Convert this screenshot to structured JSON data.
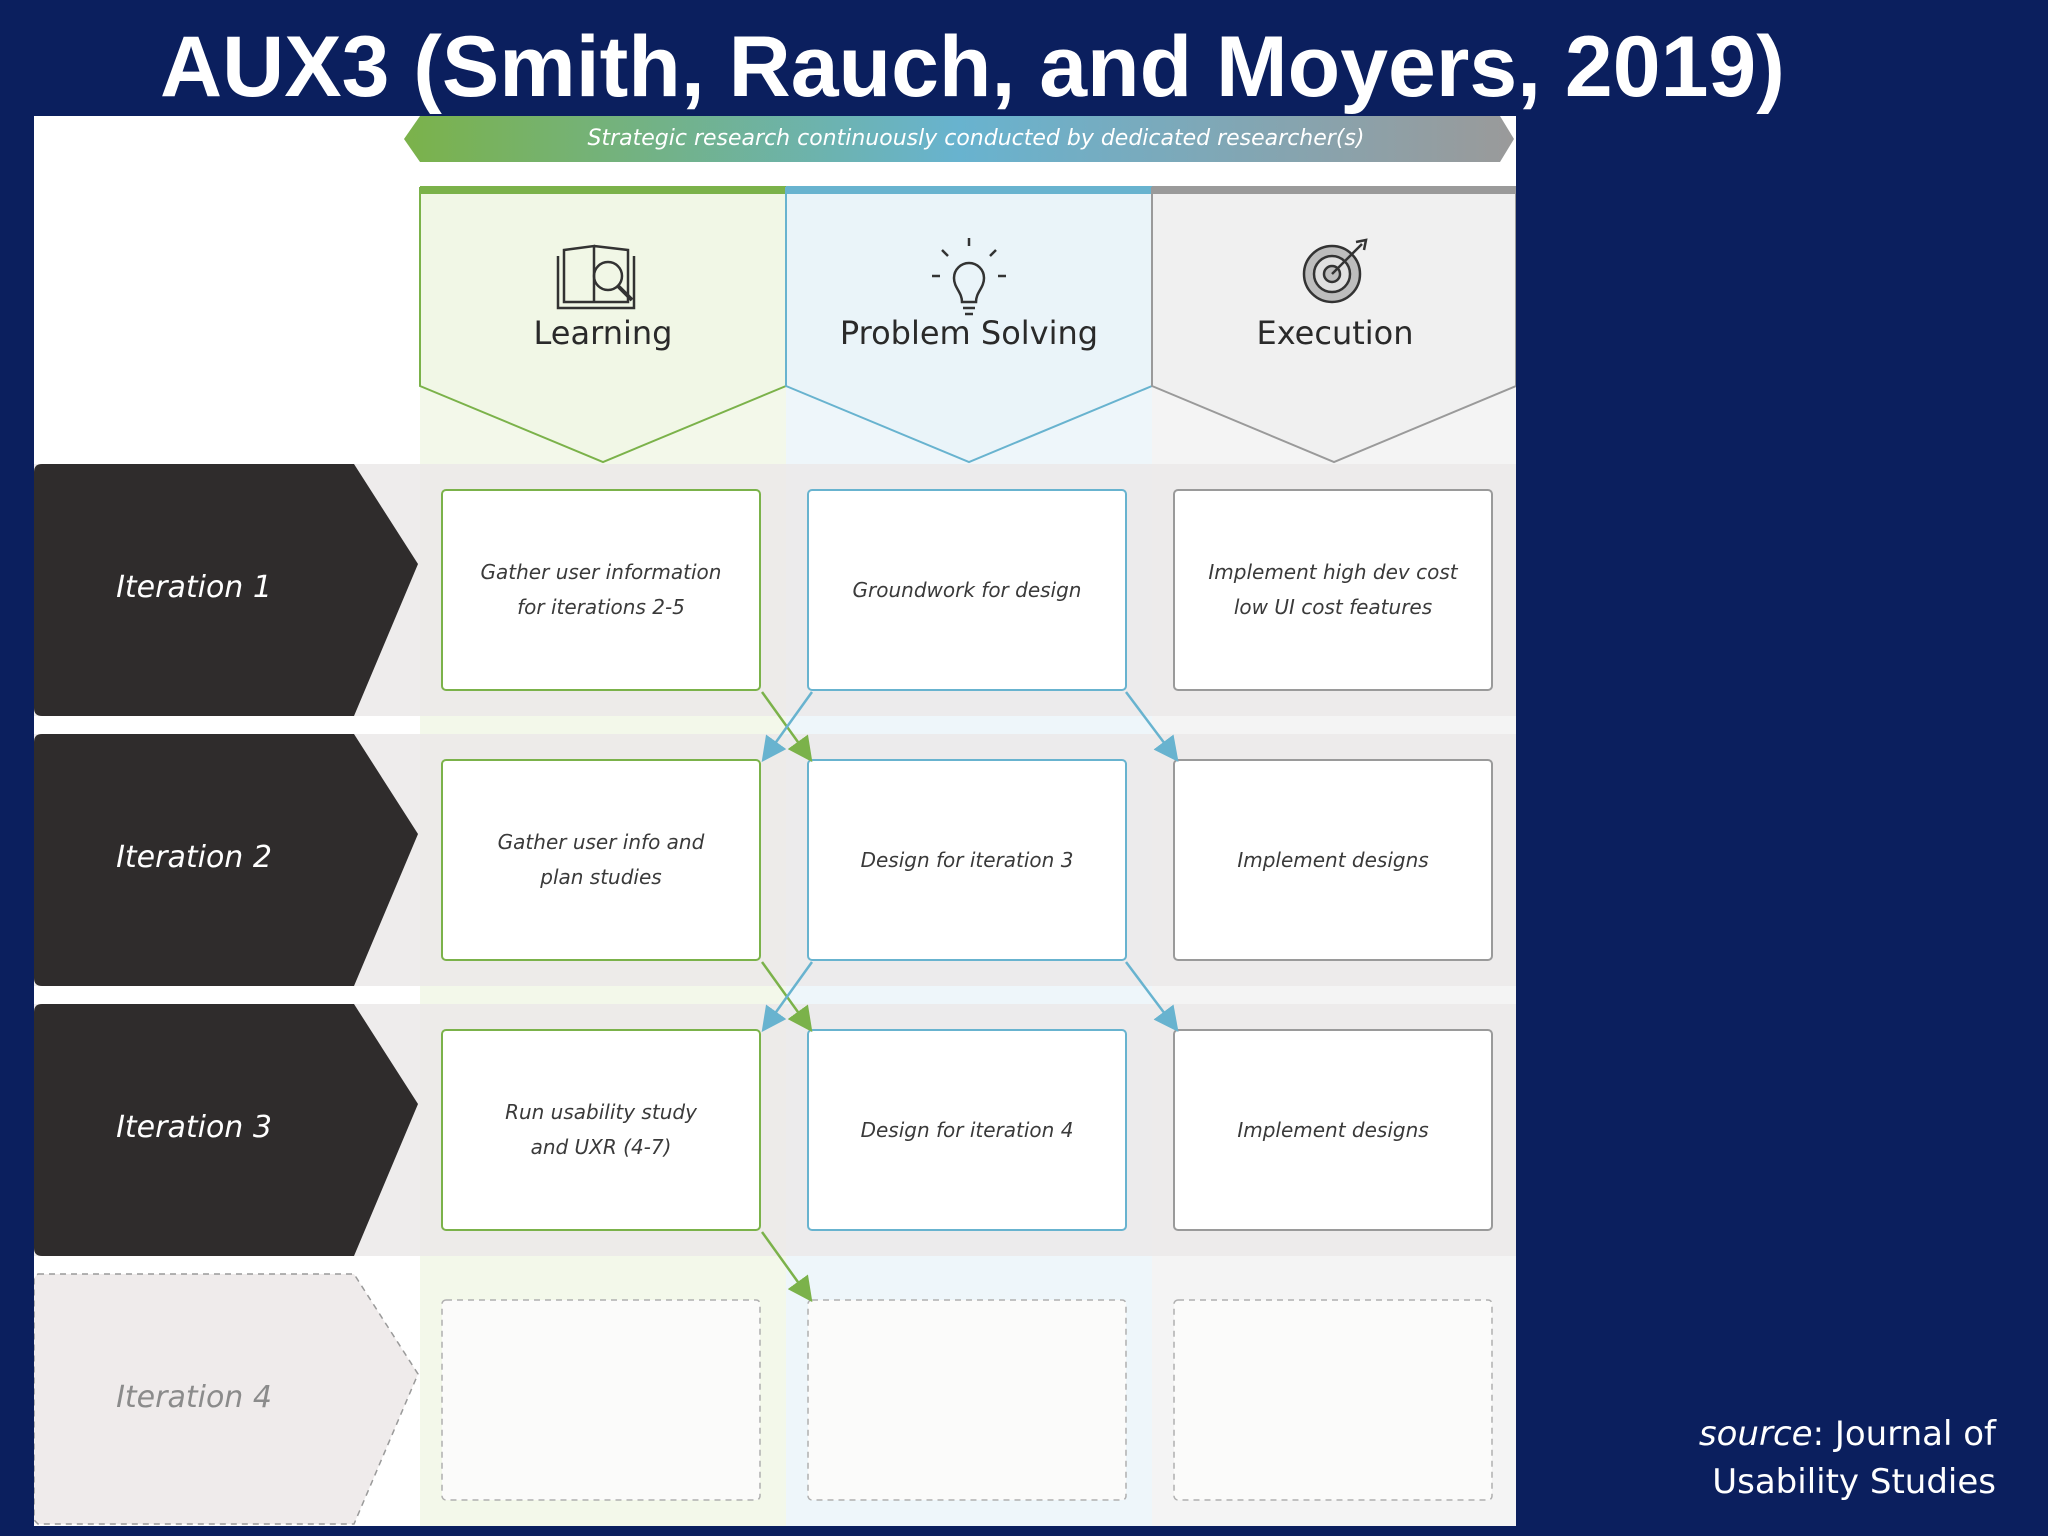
{
  "slide": {
    "title": "AUX3 (Smith, Rauch, and Moyers, 2019)",
    "source_prefix": "source",
    "source_rest": ": Journal of",
    "source_line2": "Usability Studies"
  },
  "diagram": {
    "banner": "Strategic research continuously conducted by dedicated researcher(s)",
    "columns": [
      {
        "label": "Learning",
        "icon": "book-magnifier-icon",
        "color": "#7bb24a"
      },
      {
        "label": "Problem Solving",
        "icon": "lightbulb-icon",
        "color": "#68b3cf"
      },
      {
        "label": "Execution",
        "icon": "target-icon",
        "color": "#9a9a9a"
      }
    ],
    "rows": [
      {
        "label": "Iteration 1",
        "cells": [
          [
            "Gather user information",
            "for iterations 2-5"
          ],
          [
            "Groundwork for design"
          ],
          [
            "Implement high dev cost",
            "low UI cost features"
          ]
        ]
      },
      {
        "label": "Iteration 2",
        "cells": [
          [
            "Gather user info and",
            "plan studies"
          ],
          [
            "Design for iteration 3"
          ],
          [
            "Implement designs"
          ]
        ]
      },
      {
        "label": "Iteration 3",
        "cells": [
          [
            "Run usability study",
            "and UXR (4-7)"
          ],
          [
            "Design for iteration 4"
          ],
          [
            "Implement designs"
          ]
        ]
      },
      {
        "label": "Iteration 4",
        "placeholder": true,
        "cells": [
          [],
          [],
          []
        ]
      }
    ],
    "colors": {
      "green": "#7bb24a",
      "blue": "#68b3cf",
      "gray": "#9a9a9a",
      "dark_row": "#2f2c2c",
      "slide_bg": "#0b1f5e"
    }
  }
}
